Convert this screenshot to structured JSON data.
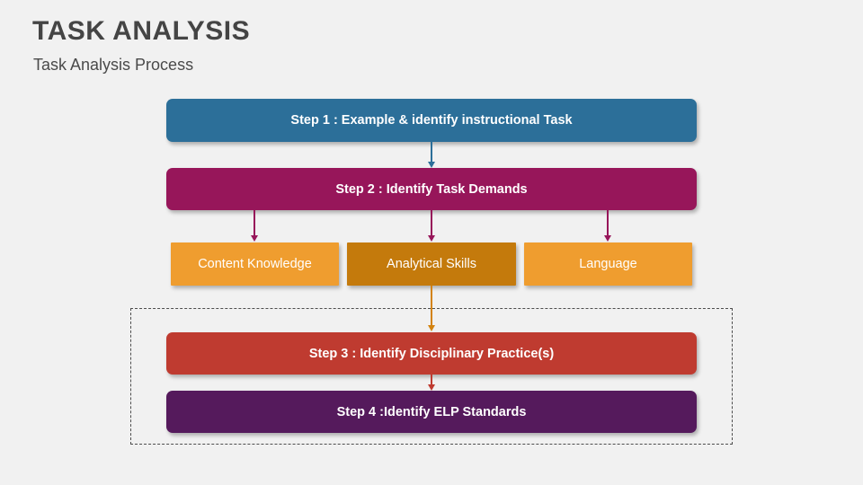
{
  "slide": {
    "title": "TASK ANALYSIS",
    "subtitle": "Task Analysis Process",
    "background_color": "#f1f1f1",
    "title_color": "#444444"
  },
  "flow": {
    "step1": {
      "label": "Step 1 : Example & identify instructional Task",
      "color": "#2c6f99"
    },
    "step2": {
      "label": "Step 2 : Identify Task Demands",
      "color": "#97165a"
    },
    "demands": [
      {
        "label": "Content Knowledge",
        "color": "#ef9d2f"
      },
      {
        "label": "Analytical Skills",
        "color": "#c47a0c"
      },
      {
        "label": "Language",
        "color": "#ef9d2f"
      }
    ],
    "step3": {
      "label": "Step 3 : Identify Disciplinary Practice(s)",
      "color": "#bf3b30"
    },
    "step4": {
      "label": "Step 4 :Identify ELP Standards",
      "color": "#551a5c"
    }
  },
  "connectors": [
    {
      "name": "step1-to-step2",
      "color": "#2c6f99"
    },
    {
      "name": "step2-to-content-knowledge",
      "color": "#97165a"
    },
    {
      "name": "step2-to-analytical-skills",
      "color": "#97165a"
    },
    {
      "name": "step2-to-language",
      "color": "#97165a"
    },
    {
      "name": "analytical-skills-to-step3",
      "color": "#d3830f"
    },
    {
      "name": "step3-to-step4",
      "color": "#bf3b30"
    }
  ],
  "grouping": {
    "name": "dashed-group",
    "border_color": "#4d4d4d",
    "border_style": "dashed"
  }
}
